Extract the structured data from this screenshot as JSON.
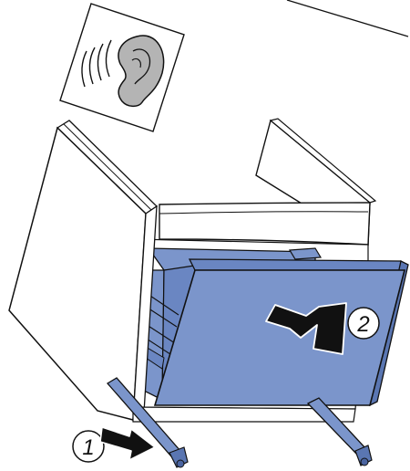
{
  "steps": [
    {
      "number": "1",
      "action": "pull-legs-out"
    },
    {
      "number": "2",
      "action": "tilt-panel-in"
    }
  ],
  "icons": {
    "listen": "ear-sound-icon",
    "arrow_1": "arrow-down-right-icon",
    "arrow_2": "arrow-down-left-icon"
  },
  "colors": {
    "panel_blue": "#7b95cb",
    "rail_blue": "#6a86c2",
    "outline": "#111111",
    "ear_gray": "#b4b4b4",
    "background": "#ffffff"
  }
}
